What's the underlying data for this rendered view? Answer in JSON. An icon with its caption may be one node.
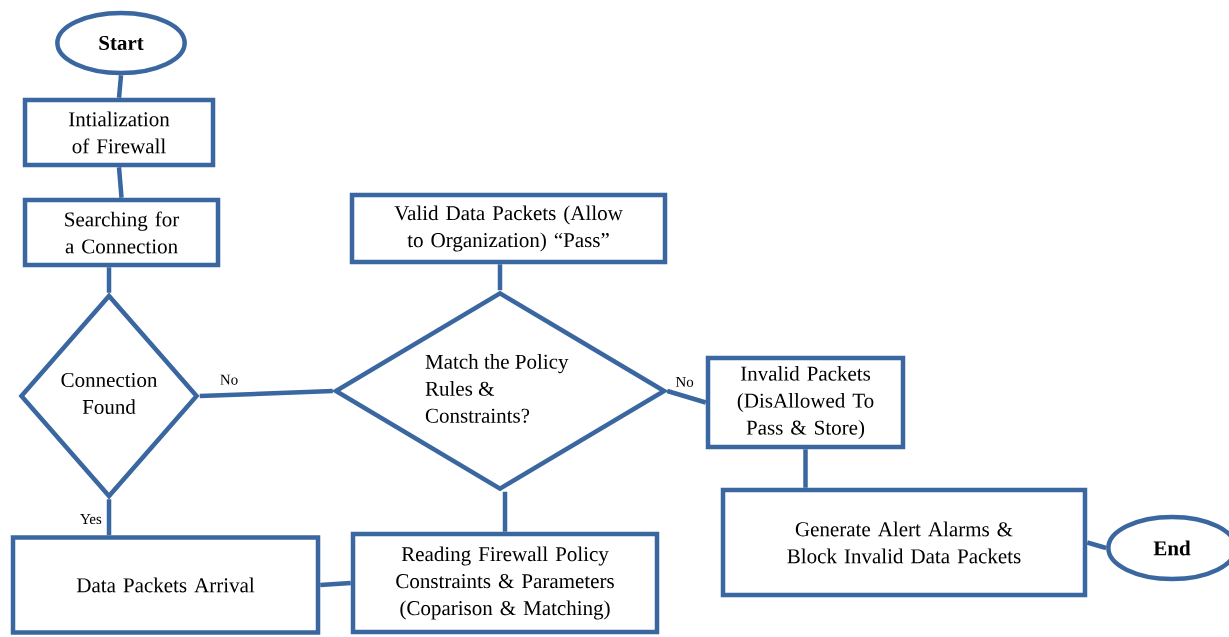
{
  "diagram": {
    "nodes": [
      {
        "text": [
          "Start"
        ]
      },
      {
        "text": [
          "Intialization of Firewall"
        ]
      },
      {
        "text": [
          "Searching for a Connection"
        ]
      },
      {
        "text": [
          "Connection Found"
        ]
      },
      {
        "text": [
          "Valid Data Packets (Allow to Organization) “Pass”"
        ]
      },
      {
        "text": [
          "Match the Policy Rules & Constraints?"
        ]
      },
      {
        "text": [
          "Invalid Packets (DisAllowed To Pass & Store)"
        ]
      },
      {
        "text": [
          "Data Packets Arrival"
        ]
      },
      {
        "text": [
          "Reading Firewall Policy Constraints & Parameters (Coparison & Matching)"
        ]
      },
      {
        "text": [
          "Generate Alert Alarms & Block Invalid Data Packets"
        ]
      },
      {
        "text": [
          "End"
        ]
      }
    ],
    "edges": [
      {
        "from": 0,
        "to": 1,
        "arrow": "none"
      },
      {
        "from": 1,
        "to": 2,
        "arrow": "none"
      },
      {
        "from": 2,
        "to": 3,
        "arrow": "none"
      },
      {
        "from": 3,
        "to": 7,
        "arrow": "none",
        "label": "Yes"
      },
      {
        "from": 3,
        "to": 5,
        "arrow": "none",
        "label": "No"
      },
      {
        "from": 7,
        "to": 8,
        "arrow": "none"
      },
      {
        "from": 8,
        "to": 5,
        "arrow": "none"
      },
      {
        "from": 5,
        "to": 4,
        "arrow": "none"
      },
      {
        "from": 5,
        "to": 6,
        "arrow": "none",
        "label": "No"
      },
      {
        "from": 6,
        "to": 9,
        "arrow": "none"
      },
      {
        "from": 9,
        "to": 10,
        "arrow": "none"
      }
    ]
  }
}
